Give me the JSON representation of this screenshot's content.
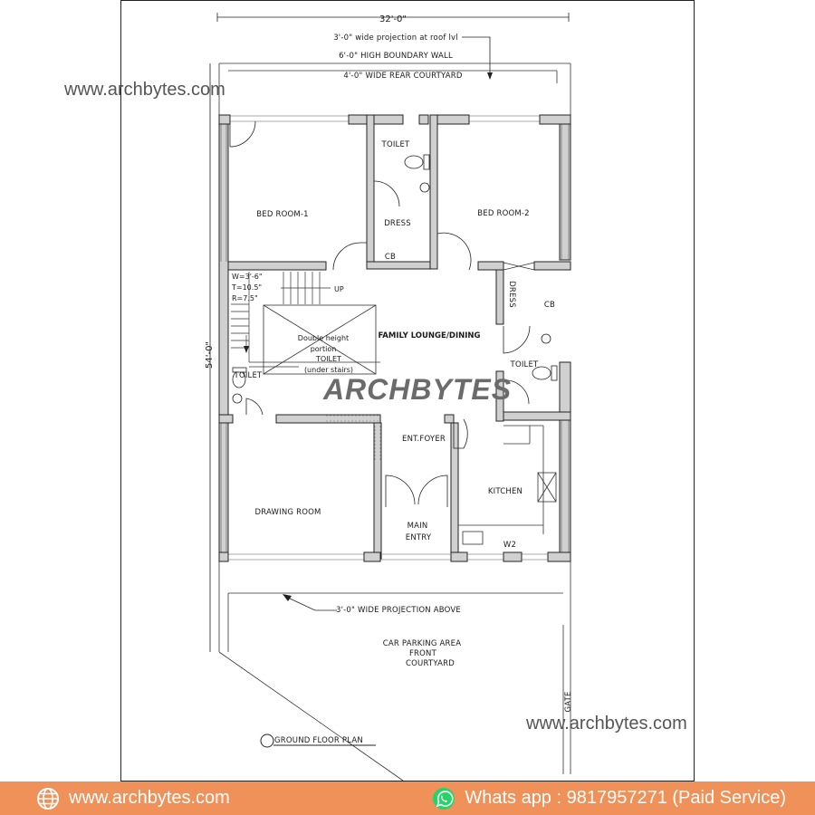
{
  "watermarks": {
    "top": "www.archbytes.com",
    "bottom": "www.archbytes.com",
    "brand": "ARCHBYTES"
  },
  "dimensions": {
    "width": "32'-0\"",
    "depth": "54'-0\""
  },
  "notes": {
    "roof_projection": "3'-0\" wide projection at roof lvl",
    "boundary_wall": "6'-0\" HIGH BOUNDARY WALL",
    "rear_courtyard": "4'-0\" WIDE REAR COURTYARD",
    "front_projection": "3'-0\" WIDE PROJECTION ABOVE"
  },
  "rooms": {
    "bed1": "BED ROOM-1",
    "bed2": "BED ROOM-2",
    "toilet_top": "TOILET",
    "dress_top": "DRESS",
    "cb_top": "CB",
    "dress_right": "DRESS",
    "cb_right": "CB",
    "toilet_right": "TOILET",
    "family": "FAMILY LOUNGE/DINING",
    "double_height_1": "Double height",
    "double_height_2": "portion",
    "toilet_stairs": "TOILET",
    "under_stairs": "(under stairs)",
    "toilet_left": "TOILET",
    "foyer": "ENT.FOYER",
    "kitchen": "KITCHEN",
    "drawing": "DRAWING ROOM",
    "main_entry_1": "MAIN",
    "main_entry_2": "ENTRY",
    "w2": "W2",
    "parking_1": "CAR PARKING AREA",
    "parking_2": "FRONT",
    "parking_3": "COURTYARD",
    "gate": "GATE"
  },
  "stairs": {
    "width": "W=3'-6\"",
    "tread": "T=10.5\"",
    "riser": "R=7.5\"",
    "up": "UP"
  },
  "plan_title": "GROUND FLOOR PLAN",
  "footer": {
    "website": "www.archbytes.com",
    "whatsapp": "Whats app : 9817957271 (Paid Service)"
  },
  "colors": {
    "footer_bg": "#f0915a",
    "wall_fill": "#d0d0d0",
    "line": "#1a1a1a"
  }
}
